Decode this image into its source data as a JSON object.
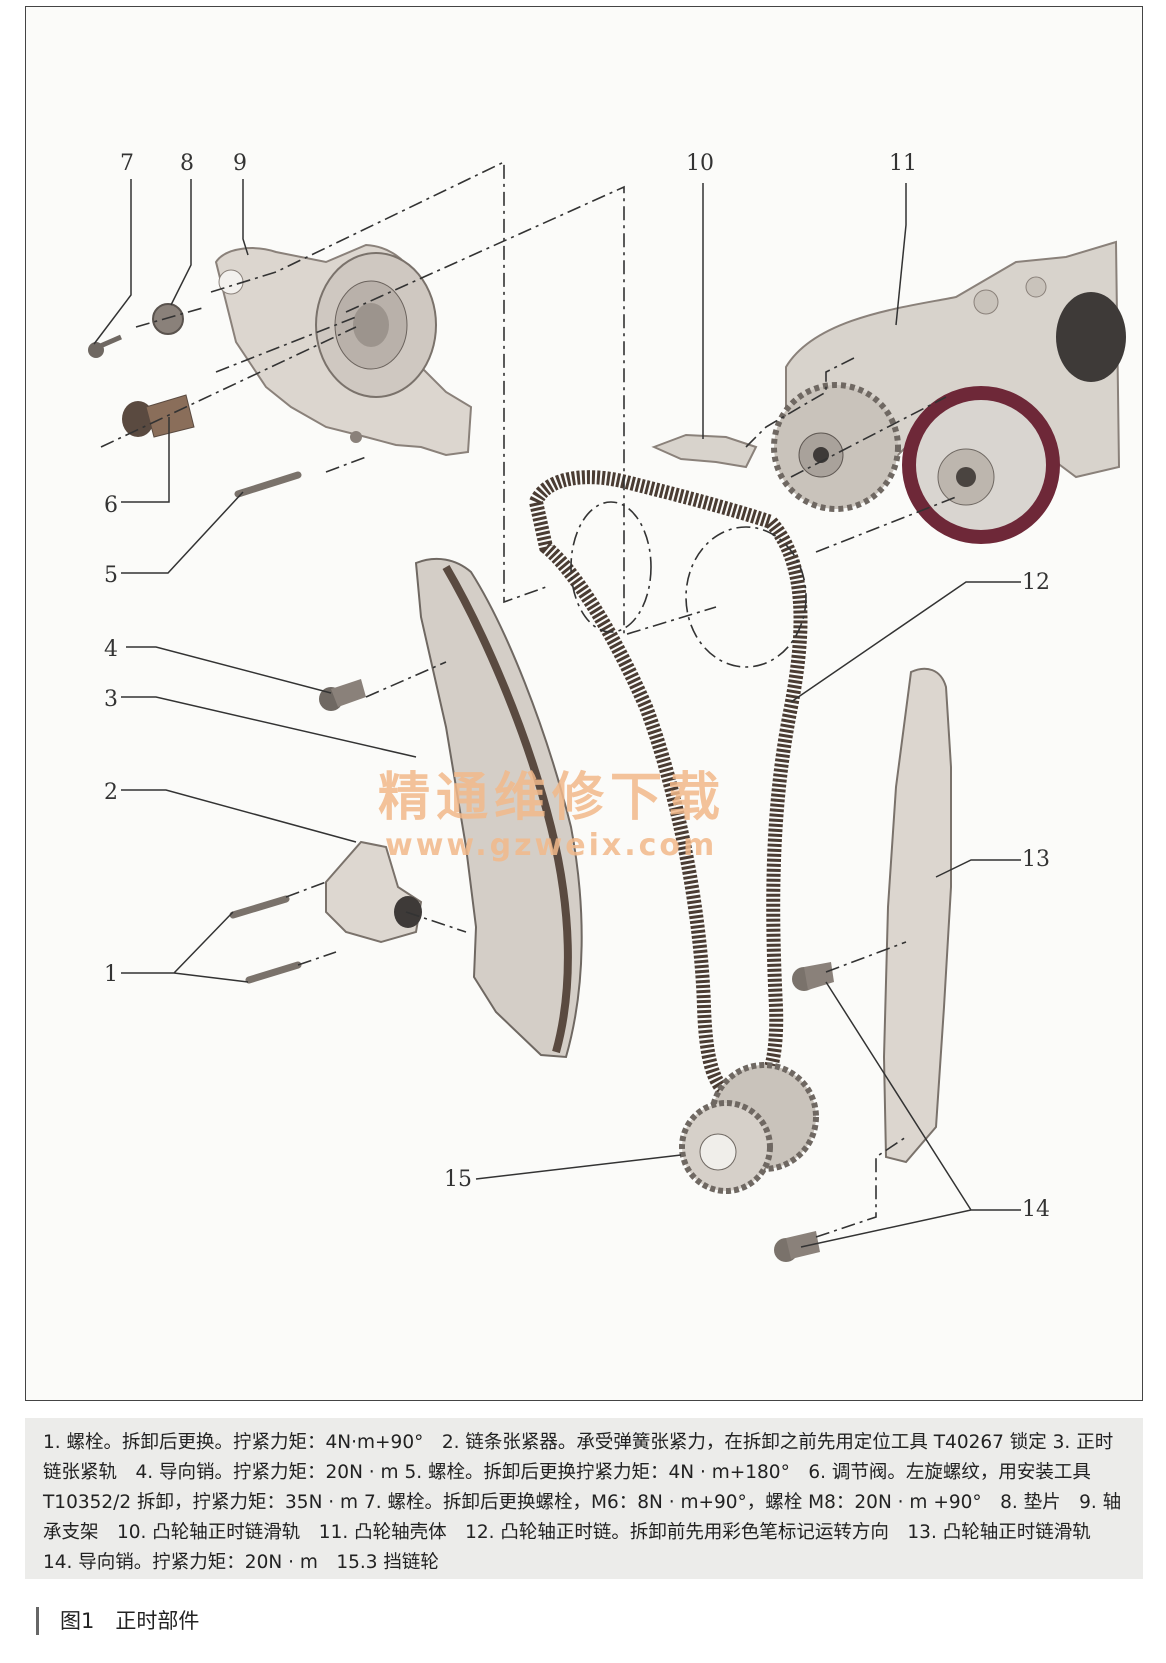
{
  "callouts": [
    "1",
    "2",
    "3",
    "4",
    "5",
    "6",
    "7",
    "8",
    "9",
    "10",
    "11",
    "12",
    "13",
    "14",
    "15"
  ],
  "watermark": {
    "cn": "精通维修下载",
    "url": "www.gzweix.com"
  },
  "caption": "1. 螺栓。拆卸后更换。拧紧力矩：4N·m+90°　2. 链条张紧器。承受弹簧张紧力，在拆卸之前先用定位工具 T40267 锁定 3. 正时链张紧轨　4. 导向销。拧紧力矩：20N · m 5. 螺栓。拆卸后更换拧紧力矩：4N · m+180°　6. 调节阀。左旋螺纹，用安装工具 T10352/2 拆卸，拧紧力矩：35N · m 7. 螺栓。拆卸后更换螺栓，M6：8N · m+90°，螺栓 M8：20N · m +90°　8. 垫片　9. 轴承支架　10. 凸轮轴正时链滑轨　11. 凸轮轴壳体　12. 凸轮轴正时链。拆卸前先用彩色笔标记运转方向　13. 凸轮轴正时链滑轨　14. 导向销。拧紧力矩：20N · m　15.3 挡链轮",
  "figure_label": "图1　正时部件",
  "colors": {
    "line": "#333333",
    "part": "#d8d3cc",
    "part_dark": "#8a817a",
    "chain": "#5a4a40",
    "sprocket_red": "#6e2838",
    "watermark": "#f2b98a",
    "caption_bg": "#ececea"
  }
}
